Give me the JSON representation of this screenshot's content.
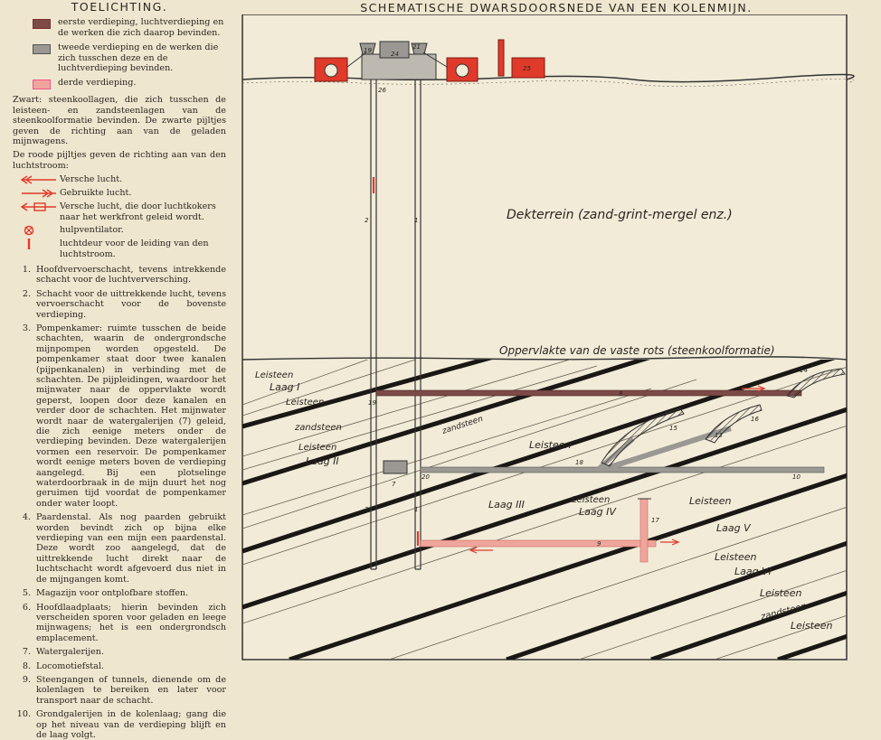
{
  "legend": {
    "title": "TOELICHTING.",
    "swatches": [
      {
        "text": "eerste verdieping, luchtverdieping en de werken die zich daarop bevinden.",
        "color": "#7d4a47"
      },
      {
        "text": "tweede verdieping en de werken die zich tusschen deze en de luchtverdieping bevinden.",
        "color": "#9b9893"
      },
      {
        "text": "derde verdieping.",
        "color": "#f0a59c"
      }
    ],
    "black_note": "Zwart: steenkoollagen, die zich tusschen de leisteen- en zandsteenlagen van de steenkoolformatie bevinden. De zwarte pijltjes geven de richting aan van de geladen mijnwagens.",
    "red_note": "De roode pijltjes geven de richting aan van den luchtstroom:",
    "arrows": [
      {
        "text": "Versche lucht.",
        "icon": "fresh-air-arrow-icon"
      },
      {
        "text": "Gebruikte lucht.",
        "icon": "used-air-arrow-icon"
      },
      {
        "text": "Versche lucht, die door luchtkokers naar het werkfront geleid wordt.",
        "icon": "air-duct-arrow-icon"
      },
      {
        "text": "hulpventilator.",
        "icon": "fan-icon"
      },
      {
        "text": "luchtdeur voor de leiding van den luchtstroom.",
        "icon": "air-door-icon"
      }
    ],
    "items": [
      {
        "num": "1.",
        "text": "Hoofdvervoerschacht, tevens intrekkende schacht voor de luchtverversching."
      },
      {
        "num": "2.",
        "text": "Schacht voor de uittrekkende lucht, tevens vervoerschacht voor de bovenste verdieping."
      },
      {
        "num": "3.",
        "text": "Pompenkamer: ruimte tusschen de beide schachten, waarin de ondergrondsche mijnpompen worden opgesteld. De pompenkamer staat door twee kanalen (pijpenkanalen) in verbinding met de schachten. De pijpleidingen, waardoor het mijnwater naar de oppervlakte wordt geperst, loopen door deze kanalen en verder door de schachten. Het mijnwater wordt naar de watergalerijen (7) geleid, die zich eenige meters onder de verdieping bevinden. Deze watergalerijen vormen een reservoir. De pompenkamer wordt eenige meters boven de verdieping aangelegd. Bij een plotselinge waterdoorbraak in de mijn duurt het nog geruimen tijd voordat de pompenkamer onder water loopt."
      },
      {
        "num": "4.",
        "text": "Paardenstal. Als nog paarden gebruikt worden bevindt zich op bijna elke verdieping van een mijn een paardenstal. Deze wordt zoo aangelegd, dat de uittrekkende lucht direkt naar de luchtschacht wordt afgevoerd dus niet in de mijngangen komt."
      },
      {
        "num": "5.",
        "text": "Magazijn voor ontplofbare stoffen."
      },
      {
        "num": "6.",
        "text": "Hoofdlaadplaats; hierin bevinden zich verscheiden sporen voor geladen en leege mijnwagens; het is een ondergrondsch emplacement."
      },
      {
        "num": "7.",
        "text": "Watergalerijen."
      },
      {
        "num": "8.",
        "text": "Locomotiefstal."
      },
      {
        "num": "9.",
        "text": "Steengangen of tunnels, dienende om de kolenlagen te bereiken en later voor transport naar de schacht."
      },
      {
        "num": "10.",
        "text": "Grondgalerijen in de kolenlaag; gang die op het niveau van de verdieping blijft en de laag volgt."
      }
    ]
  },
  "diagram": {
    "title": "SCHEMATISCHE DWARSDOORSNEDE VAN EEN KOLENMIJN.",
    "labels": {
      "dekterrein": "Dekterrein (zand-grint-mergel enz.)",
      "rock_surface": "Oppervlakte van de vaste rots (steenkoolformatie)",
      "leisteen": "Leisteen",
      "zandsteen": "zandsteen",
      "laag1": "Laag I",
      "laag2": "Laag II",
      "laag3": "Laag III",
      "laag4": "Laag IV",
      "laag5": "Laag V",
      "laag6": "Laag VI"
    },
    "numbers": {
      "n1": "1",
      "n2": "2",
      "n4": "4",
      "n7": "7",
      "n8": "8",
      "n9": "9",
      "n10": "10",
      "n13": "13",
      "n14": "14",
      "n15": "15",
      "n16": "16",
      "n17": "17",
      "n18": "18",
      "n19": "19",
      "n20": "20",
      "n21": "21",
      "n24": "24",
      "n25": "25",
      "n26": "26"
    },
    "colors": {
      "level1": "#7d4a47",
      "level2": "#9b9893",
      "level3": "#f0a59c",
      "red": "#e03a2a",
      "coal": "#1a1714"
    }
  }
}
